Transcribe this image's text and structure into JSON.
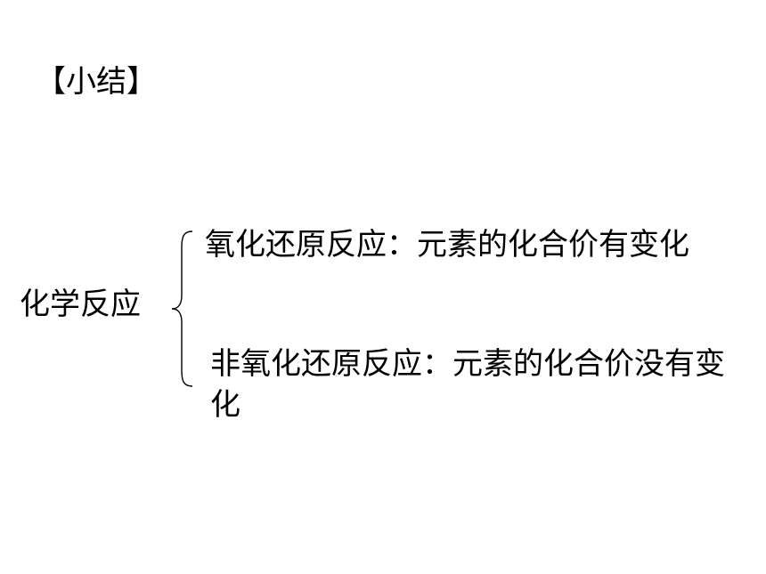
{
  "heading": "【小结】",
  "root_label": "化学反应",
  "branches": [
    "氧化还原反应：元素的化合价有变化",
    "非氧化还原反应：元素的化合价没有变化"
  ]
}
